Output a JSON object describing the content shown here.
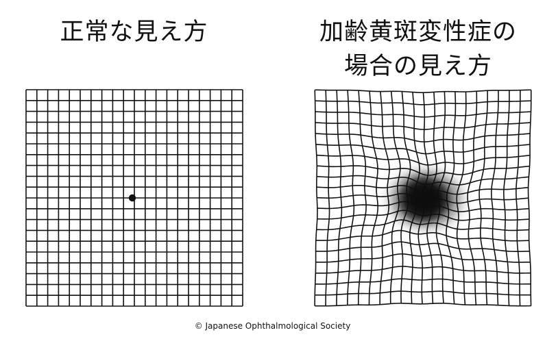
{
  "panels": [
    {
      "title": "正常な見え方"
    },
    {
      "title": "加齢黄斑変性症の\n場合の見え方"
    }
  ],
  "grid": {
    "rows": 20,
    "cols": 20
  },
  "colors": {
    "background": "#ffffff",
    "grid_line": "#111111",
    "fixation_dot": "#111111",
    "scotoma": "#111111"
  },
  "credit": "© Japanese Ophthalmological Society"
}
